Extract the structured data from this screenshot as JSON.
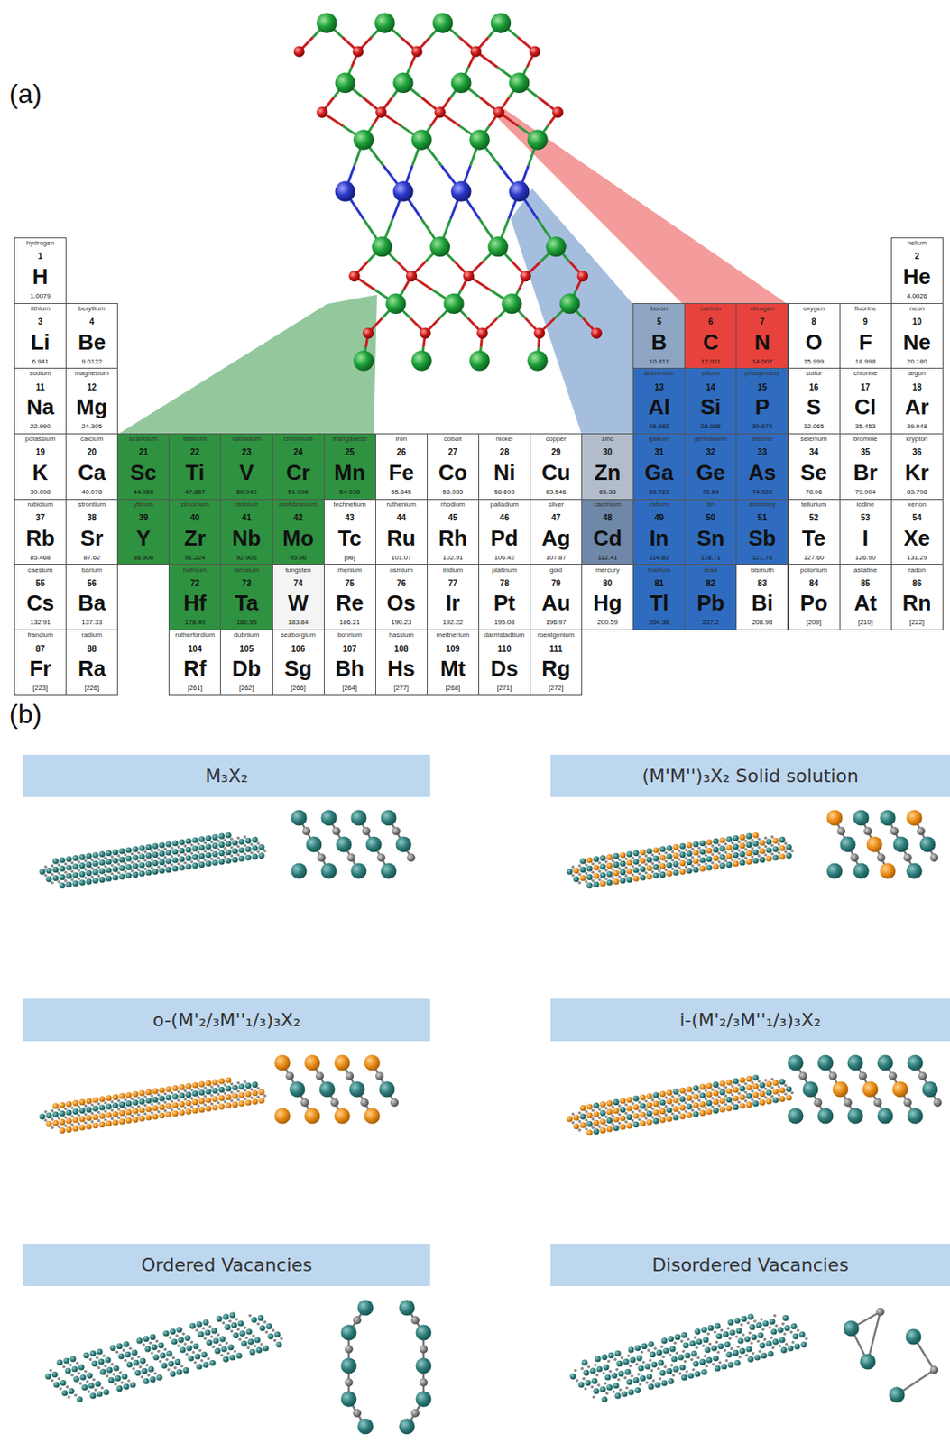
{
  "diagram": {
    "nodes": [
      {
        "text": [
          "hydrogen",
          "1",
          "H",
          "1.0079"
        ]
      },
      {
        "text": [
          "helium",
          "2",
          "He",
          "4.0026"
        ]
      },
      {
        "text": [
          "lithium",
          "3",
          "Li",
          "6.941"
        ]
      },
      {
        "text": [
          "beryllium",
          "4",
          "Be",
          "9.0122"
        ]
      },
      {
        "text": [
          "boron",
          "5",
          "B",
          "10.811"
        ]
      },
      {
        "text": [
          "carbon",
          "6",
          "C",
          "12.011"
        ]
      },
      {
        "text": [
          "nitrogen",
          "7",
          "N",
          "14.007"
        ]
      },
      {
        "text": [
          "oxygen",
          "8",
          "O",
          "15.999"
        ]
      },
      {
        "text": [
          "fluorine",
          "9",
          "F",
          "18.998"
        ]
      },
      {
        "text": [
          "neon",
          "10",
          "Ne",
          "20.180"
        ]
      },
      {
        "text": [
          "sodium",
          "11",
          "Na",
          "22.990"
        ]
      },
      {
        "text": [
          "magnesium",
          "12",
          "Mg",
          "24.305"
        ]
      },
      {
        "text": [
          "aluminium",
          "13",
          "Al",
          "26.982"
        ]
      },
      {
        "text": [
          "silicon",
          "14",
          "Si",
          "28.086"
        ]
      },
      {
        "text": [
          "phosphorus",
          "15",
          "P",
          "30.974"
        ]
      },
      {
        "text": [
          "sulfur",
          "16",
          "S",
          "32.065"
        ]
      },
      {
        "text": [
          "chlorine",
          "17",
          "Cl",
          "35.453"
        ]
      },
      {
        "text": [
          "argon",
          "18",
          "Ar",
          "39.948"
        ]
      },
      {
        "text": [
          "potassium",
          "19",
          "K",
          "39.098"
        ]
      },
      {
        "text": [
          "calcium",
          "20",
          "Ca",
          "40.078"
        ]
      },
      {
        "text": [
          "scandium",
          "21",
          "Sc",
          "44.956"
        ]
      },
      {
        "text": [
          "titanium",
          "22",
          "Ti",
          "47.867"
        ]
      },
      {
        "text": [
          "vanadium",
          "23",
          "V",
          "50.942"
        ]
      },
      {
        "text": [
          "chromium",
          "24",
          "Cr",
          "51.996"
        ]
      },
      {
        "text": [
          "manganese",
          "25",
          "Mn",
          "54.938"
        ]
      },
      {
        "text": [
          "iron",
          "26",
          "Fe",
          "55.845"
        ]
      },
      {
        "text": [
          "cobalt",
          "27",
          "Co",
          "58.933"
        ]
      },
      {
        "text": [
          "nickel",
          "28",
          "Ni",
          "58.693"
        ]
      },
      {
        "text": [
          "copper",
          "29",
          "Cu",
          "63.546"
        ]
      },
      {
        "text": [
          "zinc",
          "30",
          "Zn",
          "65.38"
        ]
      },
      {
        "text": [
          "gallium",
          "31",
          "Ga",
          "69.723"
        ]
      },
      {
        "text": [
          "germanium",
          "32",
          "Ge",
          "72.64"
        ]
      },
      {
        "text": [
          "arsenic",
          "33",
          "As",
          "74.922"
        ]
      },
      {
        "text": [
          "selenium",
          "34",
          "Se",
          "78.96"
        ]
      },
      {
        "text": [
          "bromine",
          "35",
          "Br",
          "79.904"
        ]
      },
      {
        "text": [
          "krypton",
          "36",
          "Kr",
          "83.798"
        ]
      },
      {
        "text": [
          "rubidium",
          "37",
          "Rb",
          "85.468"
        ]
      },
      {
        "text": [
          "strontium",
          "38",
          "Sr",
          "87.62"
        ]
      },
      {
        "text": [
          "yttrium",
          "39",
          "Y",
          "88.906"
        ]
      },
      {
        "text": [
          "zirconium",
          "40",
          "Zr",
          "91.224"
        ]
      },
      {
        "text": [
          "niobium",
          "41",
          "Nb",
          "92.906"
        ]
      },
      {
        "text": [
          "molybdenum",
          "42",
          "Mo",
          "95.96"
        ]
      },
      {
        "text": [
          "technetium",
          "43",
          "Tc",
          "[98]"
        ]
      },
      {
        "text": [
          "ruthenium",
          "44",
          "Ru",
          "101.07"
        ]
      },
      {
        "text": [
          "rhodium",
          "45",
          "Rh",
          "102.91"
        ]
      },
      {
        "text": [
          "palladium",
          "46",
          "Pd",
          "106.42"
        ]
      },
      {
        "text": [
          "silver",
          "47",
          "Ag",
          "107.87"
        ]
      },
      {
        "text": [
          "cadmium",
          "48",
          "Cd",
          "112.41"
        ]
      },
      {
        "text": [
          "indium",
          "49",
          "In",
          "114.82"
        ]
      },
      {
        "text": [
          "tin",
          "50",
          "Sn",
          "118.71"
        ]
      },
      {
        "text": [
          "antimony",
          "51",
          "Sb",
          "121.76"
        ]
      },
      {
        "text": [
          "tellurium",
          "52",
          "Te",
          "127.60"
        ]
      },
      {
        "text": [
          "iodine",
          "53",
          "I",
          "126.90"
        ]
      },
      {
        "text": [
          "xenon",
          "54",
          "Xe",
          "131.29"
        ]
      },
      {
        "text": [
          "caesium",
          "55",
          "Cs",
          "132.91"
        ]
      },
      {
        "text": [
          "barium",
          "56",
          "Ba",
          "137.33"
        ]
      },
      {
        "text": [
          "hafnium",
          "72",
          "Hf",
          "178.49"
        ]
      },
      {
        "text": [
          "tantalum",
          "73",
          "Ta",
          "180.95"
        ]
      },
      {
        "text": [
          "tungsten",
          "74",
          "W",
          "183.84"
        ]
      },
      {
        "text": [
          "rhenium",
          "75",
          "Re",
          "186.21"
        ]
      },
      {
        "text": [
          "osmium",
          "76",
          "Os",
          "190.23"
        ]
      },
      {
        "text": [
          "iridium",
          "77",
          "Ir",
          "192.22"
        ]
      },
      {
        "text": [
          "platinum",
          "78",
          "Pt",
          "195.08"
        ]
      },
      {
        "text": [
          "gold",
          "79",
          "Au",
          "196.97"
        ]
      },
      {
        "text": [
          "mercury",
          "80",
          "Hg",
          "200.59"
        ]
      },
      {
        "text": [
          "thallium",
          "81",
          "Tl",
          "204.38"
        ]
      },
      {
        "text": [
          "lead",
          "82",
          "Pb",
          "207.2"
        ]
      },
      {
        "text": [
          "bismuth",
          "83",
          "Bi",
          "208.98"
        ]
      },
      {
        "text": [
          "polonium",
          "84",
          "Po",
          "[209]"
        ]
      },
      {
        "text": [
          "astatine",
          "85",
          "At",
          "[210]"
        ]
      },
      {
        "text": [
          "radon",
          "86",
          "Rn",
          "[222]"
        ]
      },
      {
        "text": [
          "francium",
          "87",
          "Fr",
          "[223]"
        ]
      },
      {
        "text": [
          "radium",
          "88",
          "Ra",
          "[226]"
        ]
      },
      {
        "text": [
          "rutherfordium",
          "104",
          "Rf",
          "[261]"
        ]
      },
      {
        "text": [
          "dubnium",
          "105",
          "Db",
          "[262]"
        ]
      },
      {
        "text": [
          "seaborgium",
          "106",
          "Sg",
          "[266]"
        ]
      },
      {
        "text": [
          "bohrium",
          "107",
          "Bh",
          "[264]"
        ]
      },
      {
        "text": [
          "hassium",
          "108",
          "Hs",
          "[277]"
        ]
      },
      {
        "text": [
          "meitnerium",
          "109",
          "Mt",
          "[268]"
        ]
      },
      {
        "text": [
          "darmstadtium",
          "110",
          "Ds",
          "[271]"
        ]
      },
      {
        "text": [
          "roentgenium",
          "111",
          "Rg",
          "[272]"
        ]
      },
      {
        "text": [
          "M₃X₂"
        ]
      },
      {
        "text": [
          "(M'M'')₃X₂ Solid solution"
        ]
      },
      {
        "text": [
          "o-(M'₂/₃M''₁/₃)₃X₂"
        ]
      },
      {
        "text": [
          "i-(M'₂/₃M''₁/₃)₃X₂"
        ]
      },
      {
        "text": [
          "Ordered Vacancies"
        ]
      },
      {
        "text": [
          "Disordered Vacancies"
        ]
      }
    ],
    "labels": [
      "(a)",
      "(b)"
    ]
  }
}
